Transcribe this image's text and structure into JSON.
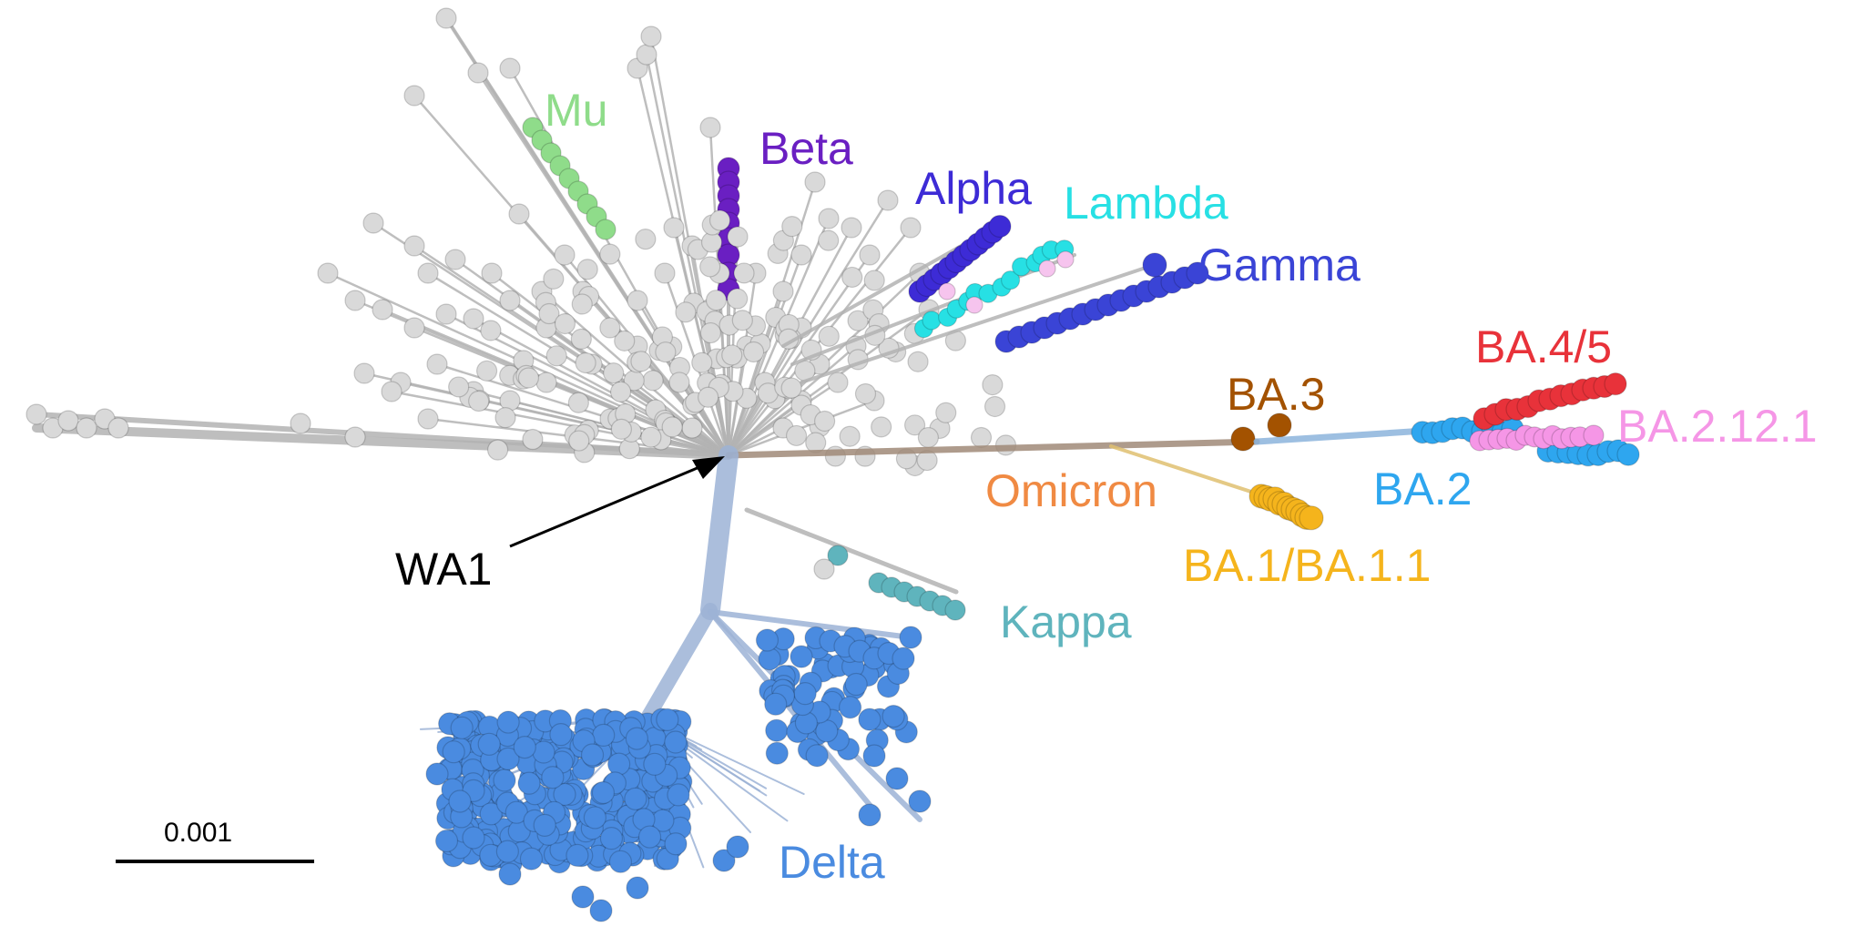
{
  "root_label": "WA1",
  "scale_bar": {
    "label": "0.001"
  },
  "clades": [
    {
      "key": "mu",
      "label": "Mu",
      "color": "#8fdc8a"
    },
    {
      "key": "beta",
      "label": "Beta",
      "color": "#6a1fc2"
    },
    {
      "key": "alpha",
      "label": "Alpha",
      "color": "#3d2bd6"
    },
    {
      "key": "lambda",
      "label": "Lambda",
      "color": "#27e0e4"
    },
    {
      "key": "gamma",
      "label": "Gamma",
      "color": "#3a44d6"
    },
    {
      "key": "ba3",
      "label": "BA.3",
      "color": "#a35200"
    },
    {
      "key": "ba45",
      "label": "BA.4/5",
      "color": "#e8323a"
    },
    {
      "key": "ba2121",
      "label": "BA.2.12.1",
      "color": "#f596e6"
    },
    {
      "key": "omicron",
      "label": "Omicron",
      "color": "#f08a43"
    },
    {
      "key": "ba2",
      "label": "BA.2",
      "color": "#2ea6ef"
    },
    {
      "key": "ba11",
      "label": "BA.1/BA.1.1",
      "color": "#f5b41c"
    },
    {
      "key": "kappa",
      "label": "Kappa",
      "color": "#5fb4bd"
    },
    {
      "key": "delta",
      "label": "Delta",
      "color": "#4a8be0"
    }
  ],
  "colors": {
    "ancestral": "#d9d9d9",
    "ancestral_edge": "#bdbdbd",
    "branch": "#b3b3b3",
    "delta_branch": "#9db3d6",
    "omicron_branch": "#a08a78"
  }
}
